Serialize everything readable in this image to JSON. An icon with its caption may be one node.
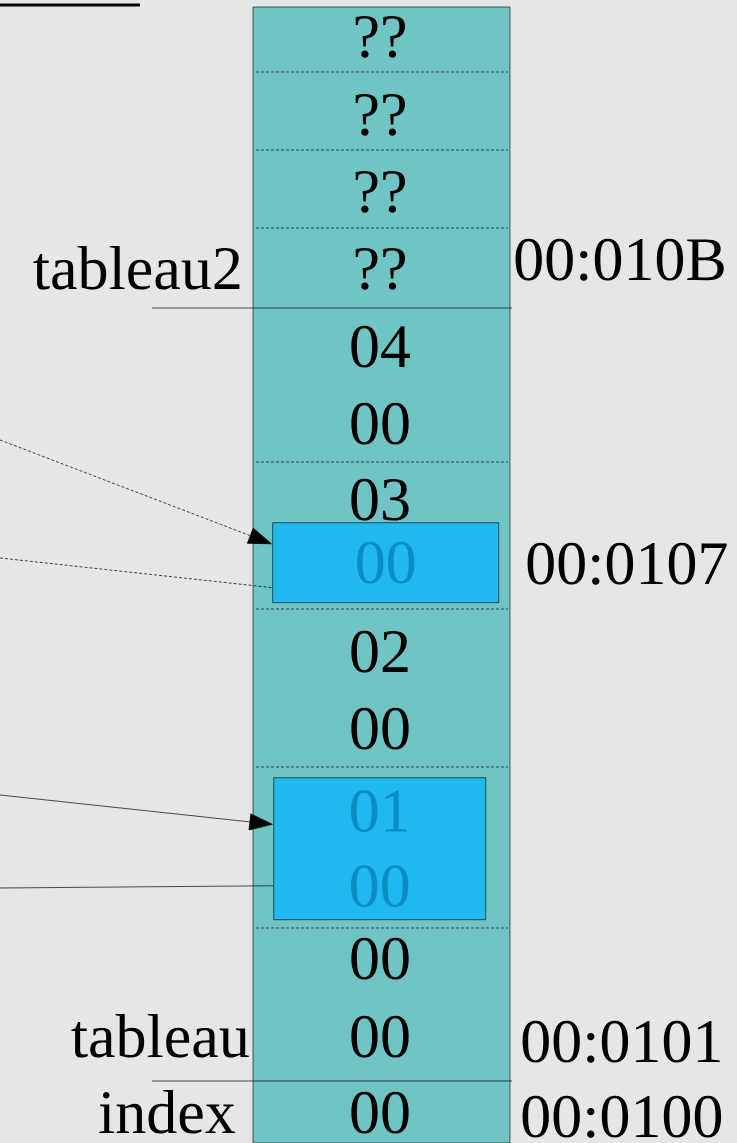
{
  "diagram": {
    "nodes": [
      {
        "text": [],
        "shape": "bar"
      },
      {
        "text": [
          "00"
        ],
        "in": 0
      },
      {
        "text": [
          "01",
          "00"
        ],
        "in": 0
      }
    ],
    "edges": [
      {
        "from": null,
        "to": 1,
        "arrow": "to",
        "style": "dashed"
      },
      {
        "from": null,
        "to": 1,
        "arrow": "none",
        "style": "dashed"
      },
      {
        "from": null,
        "to": 2,
        "arrow": "to"
      },
      {
        "from": null,
        "to": 2,
        "arrow": "none"
      }
    ],
    "labels": [
      "??",
      "??",
      "??",
      "tableau2",
      "??",
      "00:010B",
      "04",
      "00",
      "03",
      "00:0107",
      "02",
      "00",
      "00",
      "tableau",
      "00",
      "00:0101",
      "index",
      "00",
      "00:0100"
    ]
  }
}
